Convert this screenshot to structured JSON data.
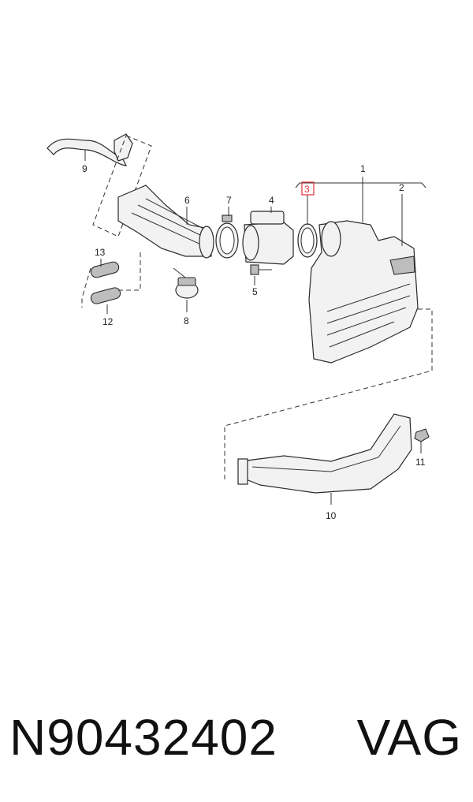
{
  "diagram": {
    "callouts": {
      "c1": "1",
      "c2": "2",
      "c3": "3",
      "c4": "4",
      "c5": "5",
      "c6": "6",
      "c7": "7",
      "c8": "8",
      "c9": "9",
      "c10": "10",
      "c11": "11",
      "c12": "12",
      "c13": "13"
    },
    "highlighted_callout": "3",
    "highlight_color": "#e0303a"
  },
  "footer": {
    "part_number": "N90432402",
    "brand": "VAG"
  }
}
